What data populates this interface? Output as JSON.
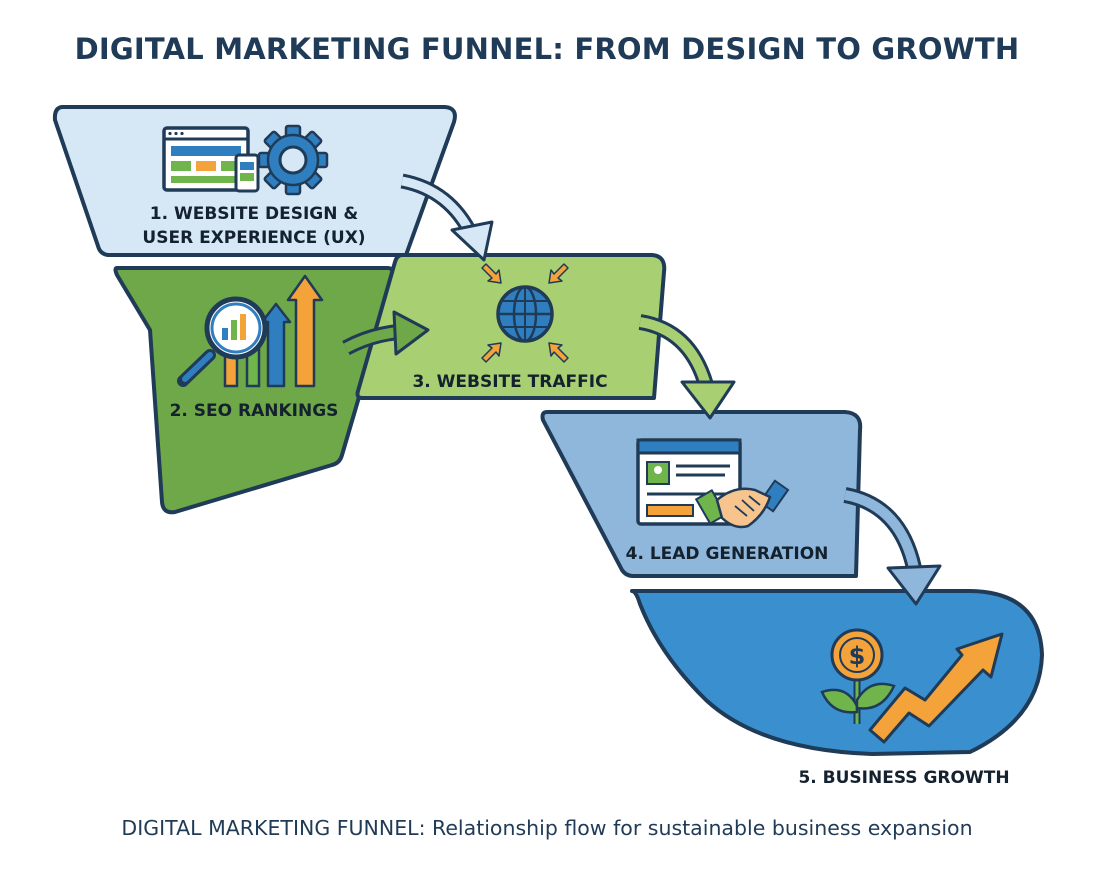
{
  "title": "DIGITAL MARKETING FUNNEL: FROM DESIGN TO GROWTH",
  "caption": "DIGITAL MARKETING FUNNEL: Relationship flow for sustainable business expansion",
  "stages": [
    {
      "label_lines": [
        "1. WEBSITE DESIGN &",
        "USER EXPERIENCE (UX)"
      ],
      "icons": [
        "browser-window-icon",
        "mobile-phone-icon",
        "gear-icon"
      ]
    },
    {
      "label_lines": [
        "2. SEO RANKINGS"
      ],
      "icons": [
        "magnifying-glass-chart-icon",
        "rising-bars-icon"
      ]
    },
    {
      "label_lines": [
        "3. WEBSITE TRAFFIC"
      ],
      "icons": [
        "globe-icon",
        "converging-arrows-icon"
      ]
    },
    {
      "label_lines": [
        "4. LEAD GENERATION"
      ],
      "icons": [
        "lead-form-icon",
        "handshake-icon"
      ]
    },
    {
      "label_lines": [
        "5. BUSINESS GROWTH"
      ],
      "icons": [
        "dollar-plant-icon",
        "growth-arrow-icon"
      ]
    }
  ],
  "colors": {
    "stage1": "#d6e8f5",
    "stage2": "#6fa848",
    "stage3": "#a8cf72",
    "stage4": "#8fb6db",
    "stage5": "#3a8fcf",
    "outline": "#1f3b57",
    "accent_orange": "#f4a23a",
    "accent_blue": "#2f7fc0",
    "accent_green": "#6fb54c"
  }
}
